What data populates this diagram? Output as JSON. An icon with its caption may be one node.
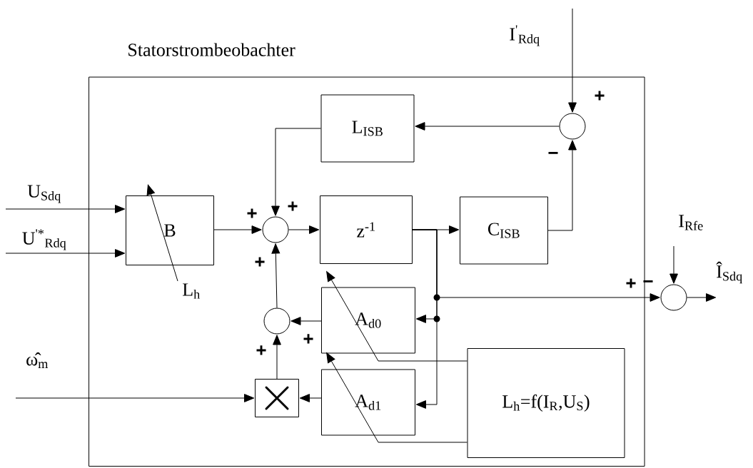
{
  "diagram": {
    "nodes": [
      {
        "text": [
          "Statorstrombeobachter"
        ]
      },
      {
        "text": [
          "L$_{ISB}$"
        ],
        "in": 0
      },
      {
        "text": [
          "B"
        ],
        "in": 0
      },
      {
        "text": [],
        "shape": "circle",
        "in": 0
      },
      {
        "text": [
          "z$^{-1}$"
        ],
        "in": 0
      },
      {
        "text": [
          "C$_{ISB}$"
        ],
        "in": 0
      },
      {
        "text": [],
        "shape": "circle",
        "in": 0
      },
      {
        "text": [],
        "shape": "circle",
        "in": 0
      },
      {
        "text": [
          "A$_{d0}$"
        ],
        "in": 0
      },
      {
        "text": [],
        "shape": "box",
        "in": 0
      },
      {
        "text": [
          "A$_{d1}$"
        ],
        "in": 0
      },
      {
        "text": [
          "L$_{h}$=f(I$_{R}$,U$_{S}$)"
        ],
        "in": 0
      },
      {
        "text": [],
        "shape": "circle"
      }
    ],
    "edges": [
      {
        "from": null,
        "to": 2,
        "arrow": "to",
        "label": "U$_{Sdq}$"
      },
      {
        "from": null,
        "to": 2,
        "arrow": "to",
        "label": "U$^{'*}$$_{Rdq}$"
      },
      {
        "from": null,
        "to": 9,
        "arrow": "to",
        "label": "ω̂$_{m}$"
      },
      {
        "from": null,
        "to": 6,
        "arrow": "to",
        "label": "I$^{'}$$_{Rdq}$"
      },
      {
        "from": 6,
        "to": 1,
        "arrow": "to"
      },
      {
        "from": 1,
        "to": 3,
        "arrow": "to"
      },
      {
        "from": 2,
        "to": 3,
        "arrow": "to"
      },
      {
        "from": 3,
        "to": 4,
        "arrow": "to"
      },
      {
        "from": 7,
        "to": 3,
        "arrow": "to"
      },
      {
        "from": 4,
        "to": 5,
        "arrow": "to"
      },
      {
        "from": 5,
        "to": 6,
        "arrow": "to"
      },
      {
        "from": 4,
        "to": 12,
        "arrow": "to"
      },
      {
        "from": 4,
        "to": 8,
        "arrow": "to"
      },
      {
        "from": 4,
        "to": 10,
        "arrow": "to"
      },
      {
        "from": 8,
        "to": 7,
        "arrow": "to"
      },
      {
        "from": 10,
        "to": 9,
        "arrow": "to"
      },
      {
        "from": 9,
        "to": 7,
        "arrow": "to"
      },
      {
        "from": 11,
        "to": 8,
        "arrow": "to"
      },
      {
        "from": 11,
        "to": 10,
        "arrow": "to"
      },
      {
        "from": null,
        "to": 12,
        "arrow": "to",
        "label": "I$_{Rfe}$"
      },
      {
        "from": 12,
        "to": null,
        "arrow": "to",
        "label": "Î$_{Sdq}$"
      }
    ],
    "labels": [
      "+",
      "−",
      "+",
      "+",
      "+",
      "+",
      "−",
      "L$_{h}$",
      "+",
      "+"
    ]
  }
}
